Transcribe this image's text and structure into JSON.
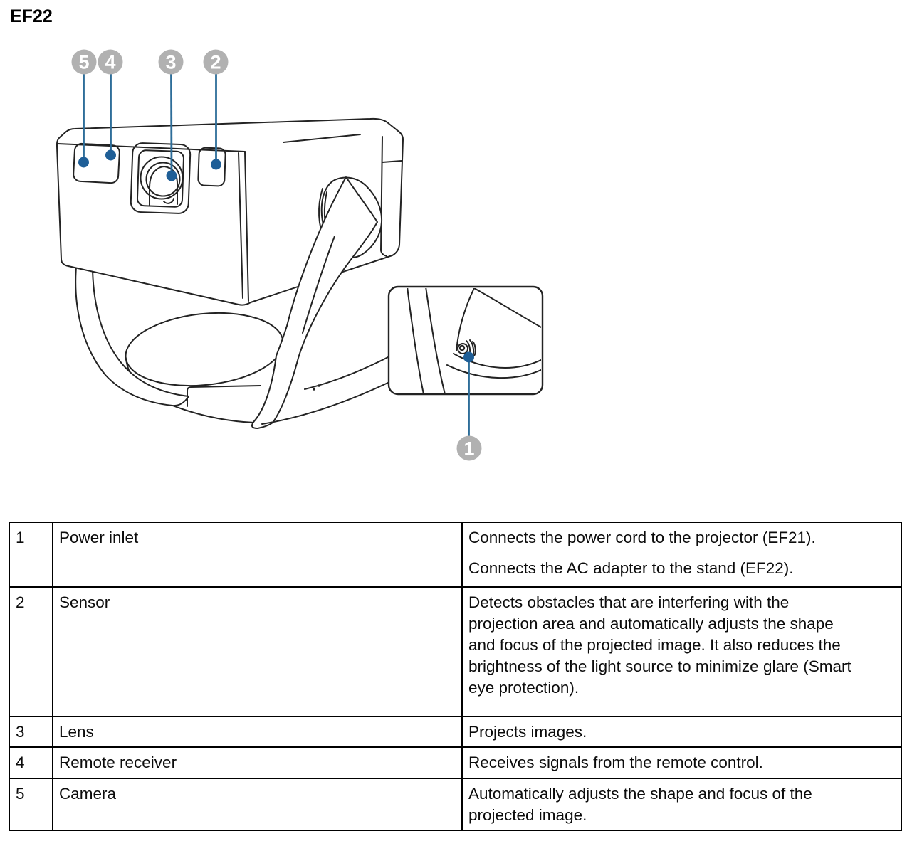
{
  "page": {
    "title": "EF22"
  },
  "figure": {
    "description": "Line drawing of the EF22 projector on its curved stand with numbered callouts and a magnified inset of the power inlet",
    "callouts": [
      {
        "n": "1"
      },
      {
        "n": "2"
      },
      {
        "n": "3"
      },
      {
        "n": "4"
      },
      {
        "n": "5"
      }
    ],
    "colors": {
      "callout_circle": "#b1b1b1",
      "callout_number": "#ffffff",
      "leader_line": "#2d6d99",
      "leader_dot": "#1f5f97",
      "line_art": "#232323"
    }
  },
  "table": {
    "rows": [
      {
        "num": "1",
        "name": "Power inlet",
        "desc0": "Connects the power cord to the projector (EF21).",
        "desc1": "Connects the AC adapter to the stand (EF22)."
      },
      {
        "num": "2",
        "name": "Sensor",
        "desc0": "Detects obstacles that are interfering with the projection area and automatically adjusts the shape and focus of the projected image. It also reduces the brightness of the light source to minimize glare (Smart eye protection).",
        "desc1": ""
      },
      {
        "num": "3",
        "name": "Lens",
        "desc0": "Projects images.",
        "desc1": ""
      },
      {
        "num": "4",
        "name": "Remote receiver",
        "desc0": "Receives signals from the remote control.",
        "desc1": ""
      },
      {
        "num": "5",
        "name": "Camera",
        "desc0": "Automatically adjusts the shape and focus of the projected image.",
        "desc1": ""
      }
    ]
  }
}
